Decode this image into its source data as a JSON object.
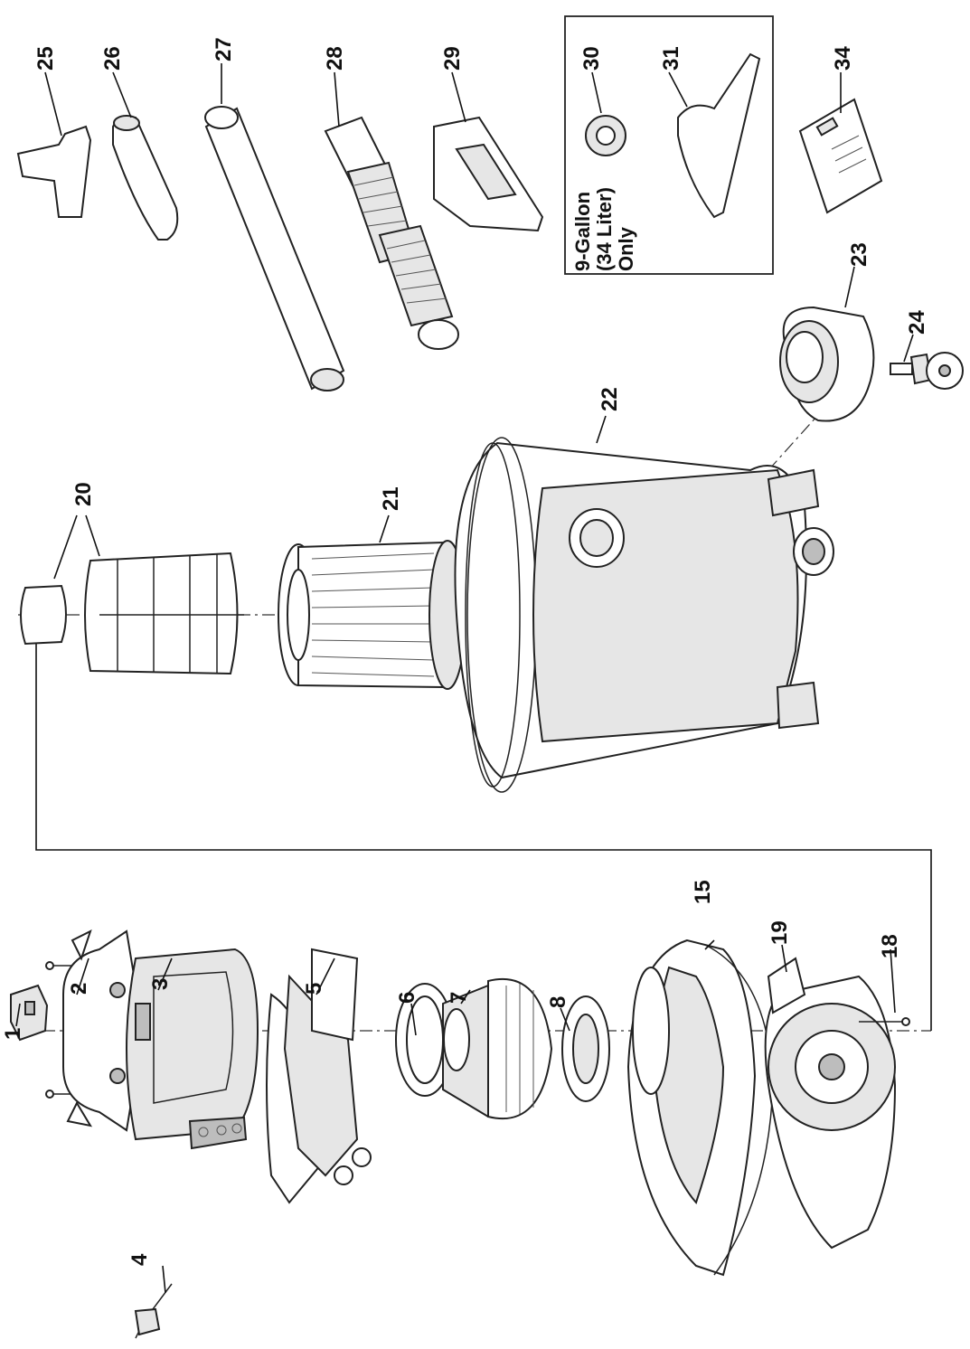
{
  "callouts": {
    "p1": "1",
    "p2": "2",
    "p3": "3",
    "p4": "4",
    "p5": "5",
    "p6": "6",
    "p7": "7",
    "p8": "8",
    "p15": "15",
    "p18": "18",
    "p19": "19",
    "p20": "20",
    "p21": "21",
    "p22": "22",
    "p23": "23",
    "p24": "24",
    "p25": "25",
    "p26": "26",
    "p27": "27",
    "p28": "28",
    "p29": "29",
    "p30": "30",
    "p31": "31",
    "p34": "34"
  },
  "inset_note": {
    "line1": "9-Gallon",
    "line2": "(34 Liter)",
    "line3": "Only"
  },
  "colors": {
    "ink": "#222222",
    "shade_light": "#e6e6e6",
    "shade_dark": "#bdbdbd",
    "background": "#ffffff"
  }
}
